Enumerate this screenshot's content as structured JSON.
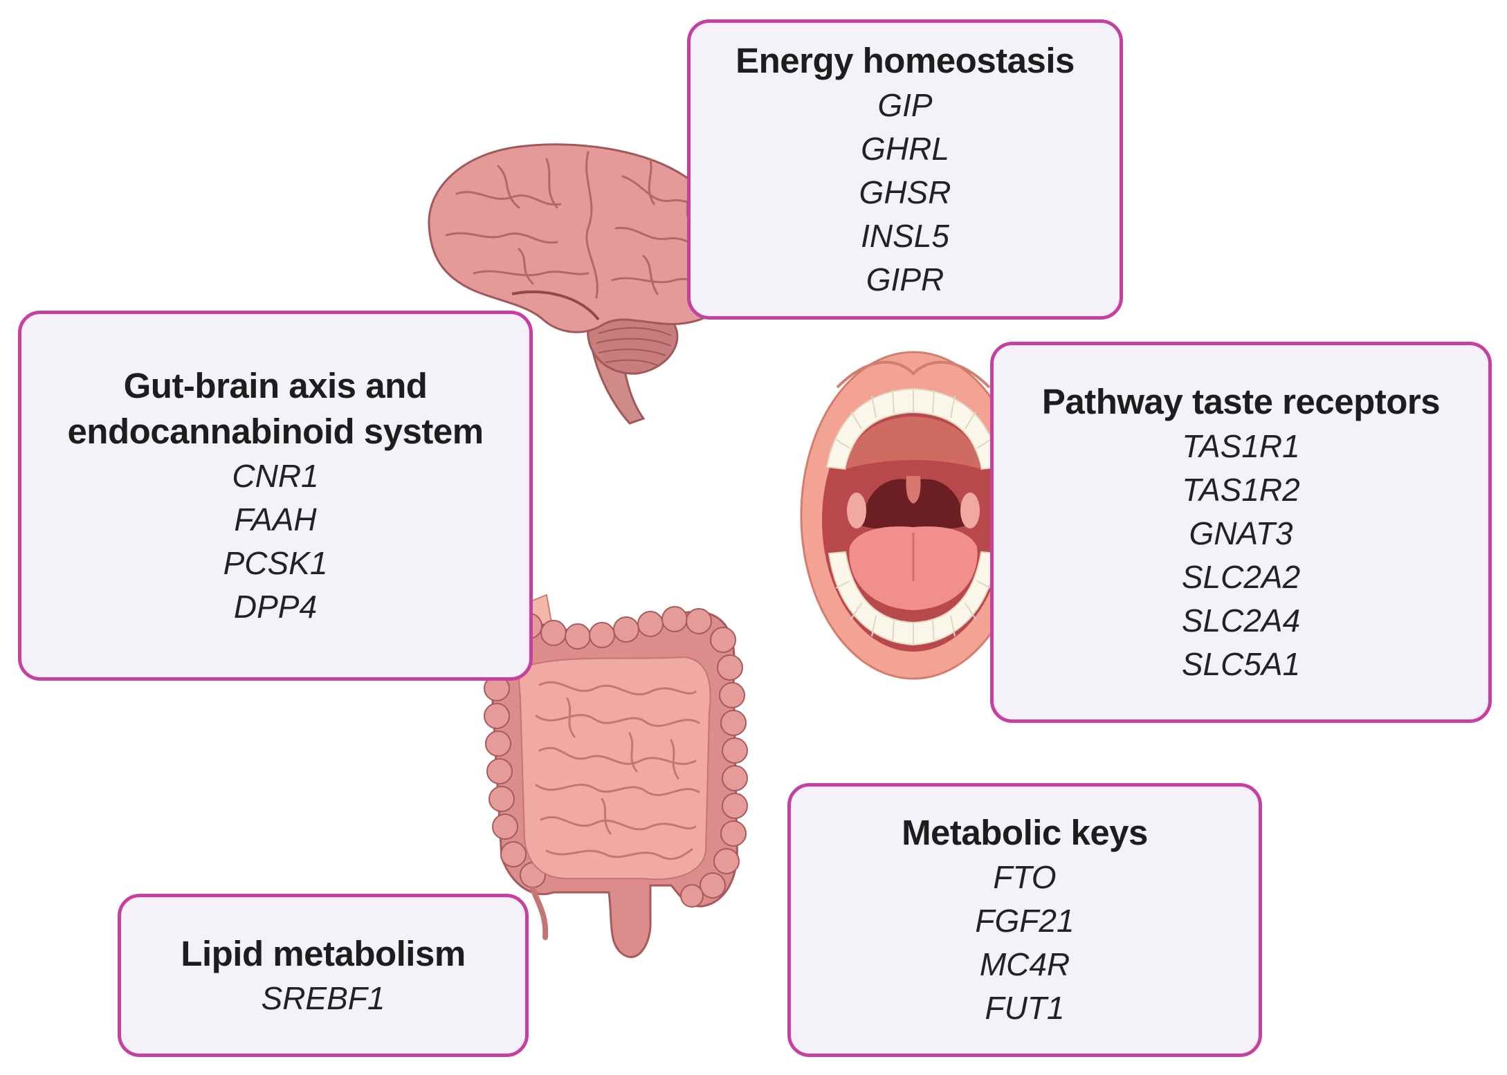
{
  "boxes": {
    "energy": {
      "title": "Energy homeostasis",
      "genes": [
        "GIP",
        "GHRL",
        "GHSR",
        "INSL5",
        "GIPR"
      ]
    },
    "gut_brain": {
      "title_line1": "Gut-brain axis and",
      "title_line2": "endocannabinoid system",
      "genes": [
        "CNR1",
        "FAAH",
        "PCSK1",
        "DPP4"
      ]
    },
    "taste": {
      "title": "Pathway taste receptors",
      "genes": [
        "TAS1R1",
        "TAS1R2",
        "GNAT3",
        "SLC2A2",
        "SLC2A4",
        "SLC5A1"
      ]
    },
    "metabolic": {
      "title": "Metabolic keys",
      "genes": [
        "FTO",
        "FGF21",
        "MC4R",
        "FUT1"
      ]
    },
    "lipid": {
      "title": "Lipid metabolism",
      "genes": [
        "SREBF1"
      ]
    }
  },
  "colors": {
    "box_border": "#c540a0",
    "box_fill": "#f5f1f8",
    "organ_pink": "#e39a98",
    "organ_dark": "#b86a6c"
  },
  "illustrations": [
    "brain-illustration",
    "mouth-illustration",
    "intestine-illustration"
  ]
}
